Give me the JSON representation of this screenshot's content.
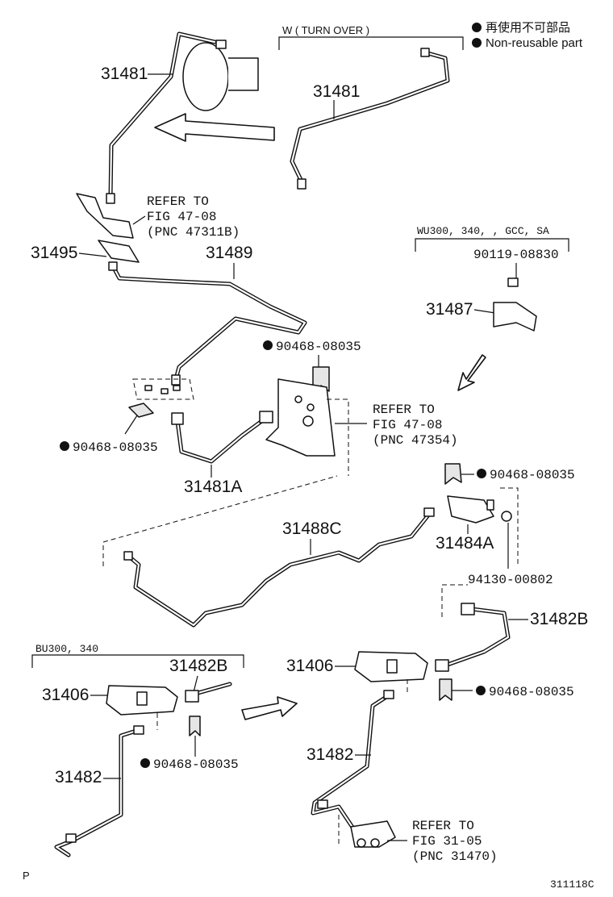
{
  "legend": {
    "line1": "再使用不可部品",
    "line2": "Non-reusable part"
  },
  "groups": {
    "turnover": "W ( TURN OVER )",
    "wu": "WU300, 340, , GCC, SA",
    "bu": "BU300, 340"
  },
  "parts": {
    "p31481_top": "31481",
    "p31481_right": "31481",
    "p31495": "31495",
    "p31489": "31489",
    "p90119": "90119-08830",
    "p31487": "31487",
    "p90468_a": "90468-08035",
    "p90468_b": "90468-08035",
    "p31481A": "31481A",
    "p90468_c": "90468-08035",
    "p31488C": "31488C",
    "p31484A": "31484A",
    "p94130": "94130-00802",
    "p31482B_right": "31482B",
    "p31406_right": "31406",
    "p90468_d": "90468-08035",
    "p31482_right": "31482",
    "p31482B_left": "31482B",
    "p31406_left": "31406",
    "p90468_e": "90468-08035",
    "p31482_left": "31482"
  },
  "refs": {
    "r1": [
      "REFER TO",
      "FIG 47-08",
      "(PNC 47311B)"
    ],
    "r2": [
      "REFER TO",
      "FIG 47-08",
      "(PNC 47354)"
    ],
    "r3": [
      "REFER TO",
      "FIG 31-05",
      "(PNC 31470)"
    ]
  },
  "footer": {
    "left_mark": "P",
    "figure_id": "311118C"
  }
}
